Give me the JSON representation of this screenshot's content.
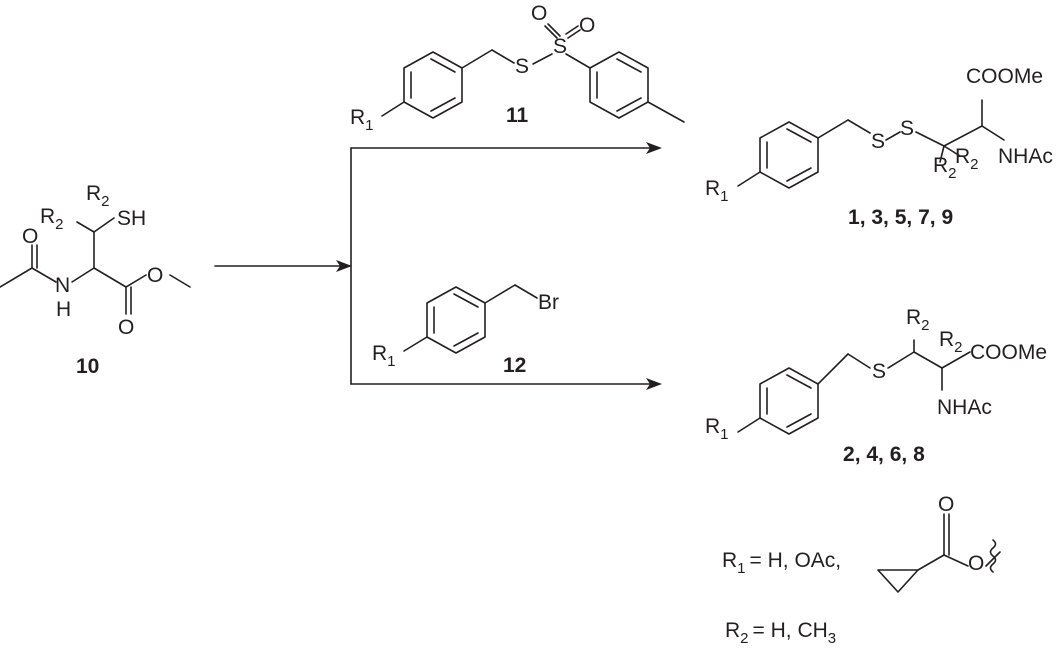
{
  "colors": {
    "ink": "#231f20",
    "background": "#ffffff"
  },
  "compound_10": {
    "label": "10",
    "atoms": {
      "o_carbonyl": "O",
      "n": "N",
      "h": "H",
      "o_ester": "O",
      "o_ester_dbl": "O",
      "sh": "SH",
      "r": "R",
      "r_sub": "2",
      "r2b": "R",
      "r2b_sub": "2"
    }
  },
  "reagent_11": {
    "label": "11",
    "atoms": {
      "r": "R",
      "r_sub": "1",
      "s": "S",
      "s_sulfonyl": "S",
      "o1": "O",
      "o2": "O"
    }
  },
  "reagent_12": {
    "label": "12",
    "atoms": {
      "r": "R",
      "r_sub": "1",
      "br": "Br"
    }
  },
  "product_disulfide": {
    "labels": {
      "n1": "1",
      "n3": "3",
      "n5": "5",
      "n7": "7",
      "n9": "9",
      "sep": ", "
    },
    "atoms": {
      "r": "R",
      "r_sub": "1",
      "s1": "S",
      "s2": "S",
      "coome": "COOMe",
      "nhac": "NHAc",
      "r2a": "R",
      "r2a_sub": "2",
      "r2b": "R",
      "r2b_sub": "2"
    }
  },
  "product_thioether": {
    "labels": {
      "n2": "2",
      "n4": "4",
      "n6": "6",
      "n8": "8",
      "sep": ", "
    },
    "atoms": {
      "r": "R",
      "r_sub": "1",
      "s": "S",
      "coome": "COOMe",
      "nhac": "NHAc",
      "r2a": "R",
      "r2a_sub": "2",
      "r2b": "R",
      "r2b_sub": "2"
    }
  },
  "legend": {
    "r1": {
      "symbol": "R",
      "sub": "1",
      "values": "= H, OAc,",
      "ester_o_dbl": "O",
      "ester_o": "O"
    },
    "r2": {
      "symbol": "R",
      "sub": "2",
      "values_pre": "= H, CH",
      "values_sub": "3"
    }
  }
}
